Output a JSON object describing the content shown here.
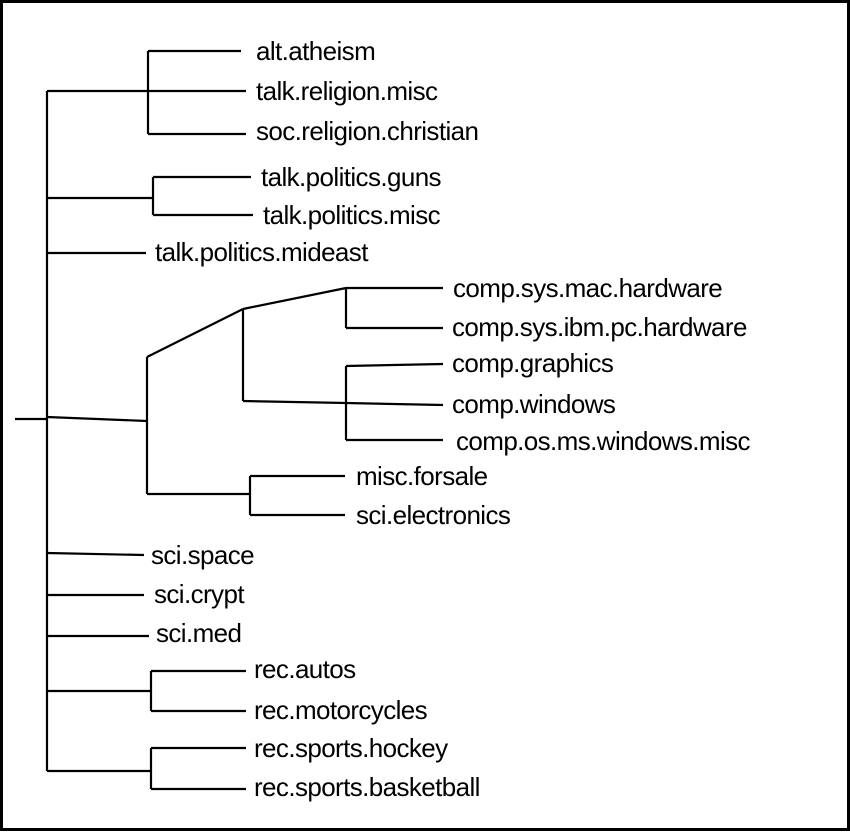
{
  "leaves": [
    "alt.atheism",
    "talk.religion.misc",
    "soc.religion.christian",
    "talk.politics.guns",
    "talk.politics.misc",
    "talk.politics.mideast",
    "comp.sys.mac.hardware",
    "comp.sys.ibm.pc.hardware",
    "comp.graphics",
    "comp.windows",
    "comp.os.ms.windows.misc",
    "misc.forsale",
    "sci.electronics",
    "sci.space",
    "sci.crypt",
    "sci.med",
    "rec.autos",
    "rec.motorcycles",
    "rec.sports.hockey",
    "rec.sports.basketball"
  ],
  "colors": {
    "line": "#000000",
    "background": "#ffffff"
  }
}
